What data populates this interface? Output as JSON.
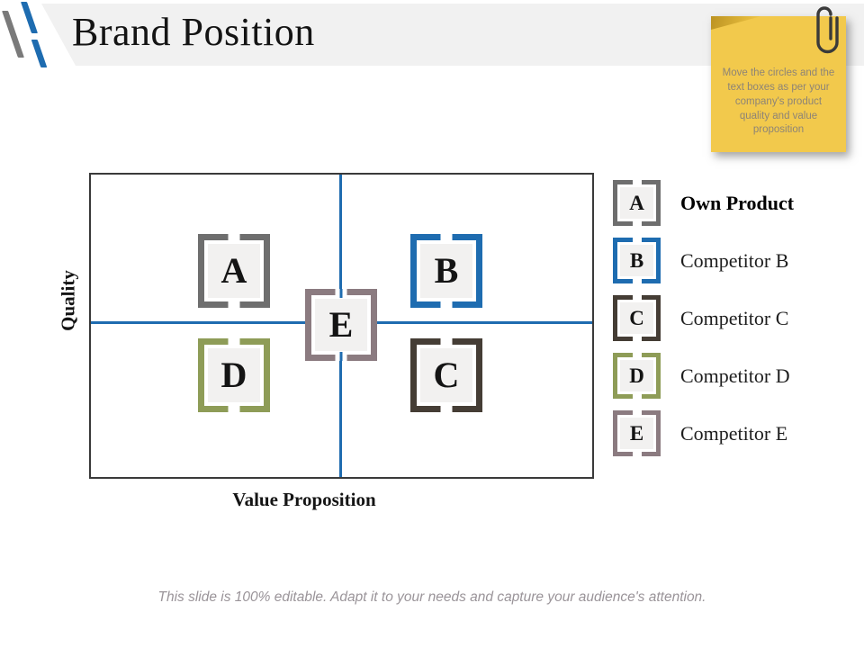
{
  "slide": {
    "title": "Brand Position",
    "footer": "This slide is 100% editable. Adapt it to your needs and capture your audience's attention."
  },
  "sticky_note": {
    "text": "Move the circles and the text boxes as per your company's product quality and value proposition",
    "bg_color": "#F2C94C",
    "paperclip_icon": "paperclip"
  },
  "matrix": {
    "y_axis_label": "Quality",
    "x_axis_label": "Value Proposition",
    "axis_line_color": "#1F6CB0",
    "frame_color": "#3A3A3A",
    "positions": [
      {
        "letter": "A",
        "quadrant": "top-left",
        "color": "#6E6E6E"
      },
      {
        "letter": "B",
        "quadrant": "top-right",
        "color": "#1E6CB0"
      },
      {
        "letter": "E",
        "quadrant": "center",
        "color": "#8B7B80"
      },
      {
        "letter": "D",
        "quadrant": "bottom-left",
        "color": "#8E9C57"
      },
      {
        "letter": "C",
        "quadrant": "bottom-right",
        "color": "#453D35"
      }
    ]
  },
  "legend": [
    {
      "letter": "A",
      "label": "Own Product",
      "color": "#6E6E6E",
      "bold": true
    },
    {
      "letter": "B",
      "label": "Competitor B",
      "color": "#1E6CB0",
      "bold": false
    },
    {
      "letter": "C",
      "label": "Competitor C",
      "color": "#453D35",
      "bold": false
    },
    {
      "letter": "D",
      "label": "Competitor D",
      "color": "#8E9C57",
      "bold": false
    },
    {
      "letter": "E",
      "label": "Competitor E",
      "color": "#8B7B80",
      "bold": false
    }
  ]
}
